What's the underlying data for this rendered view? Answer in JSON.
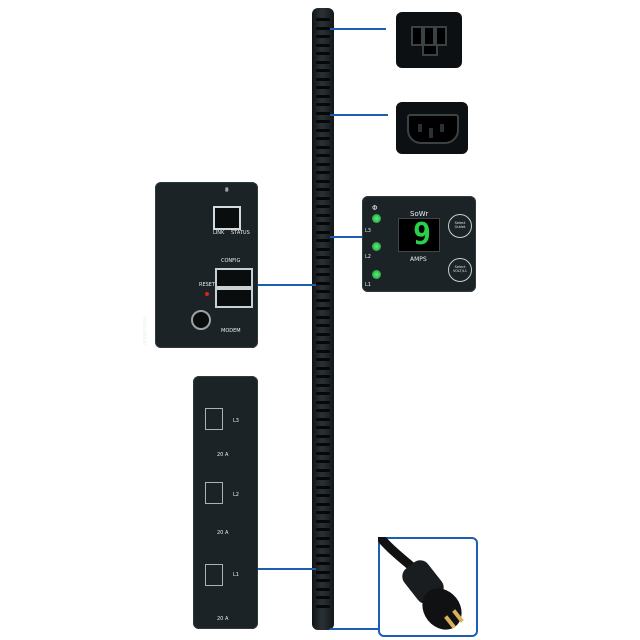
{
  "network_panel": {
    "labels": {
      "link": "LINK",
      "status": "STATUS",
      "config": "CONFIG",
      "reset": "RESET",
      "modem": "MODEM",
      "environment": "ENVIRONMENT"
    }
  },
  "display_panel": {
    "title": "SoWr",
    "digit": "9",
    "unit": "AMPS",
    "phase_symbol": "Φ",
    "phase_labels": [
      "L3",
      "L2",
      "L1"
    ],
    "button_top": "Select Outlet",
    "button_bottom": "Select VOLT/L1"
  },
  "breaker_panel": {
    "labels": [
      "20 A",
      "20 A",
      "20 A"
    ],
    "phase_labels": [
      "L3",
      "L2",
      "L1"
    ]
  },
  "colors": {
    "panel": "#1b2326",
    "connector_line": "#1a5fb4",
    "display_digit": "#29d14a"
  }
}
